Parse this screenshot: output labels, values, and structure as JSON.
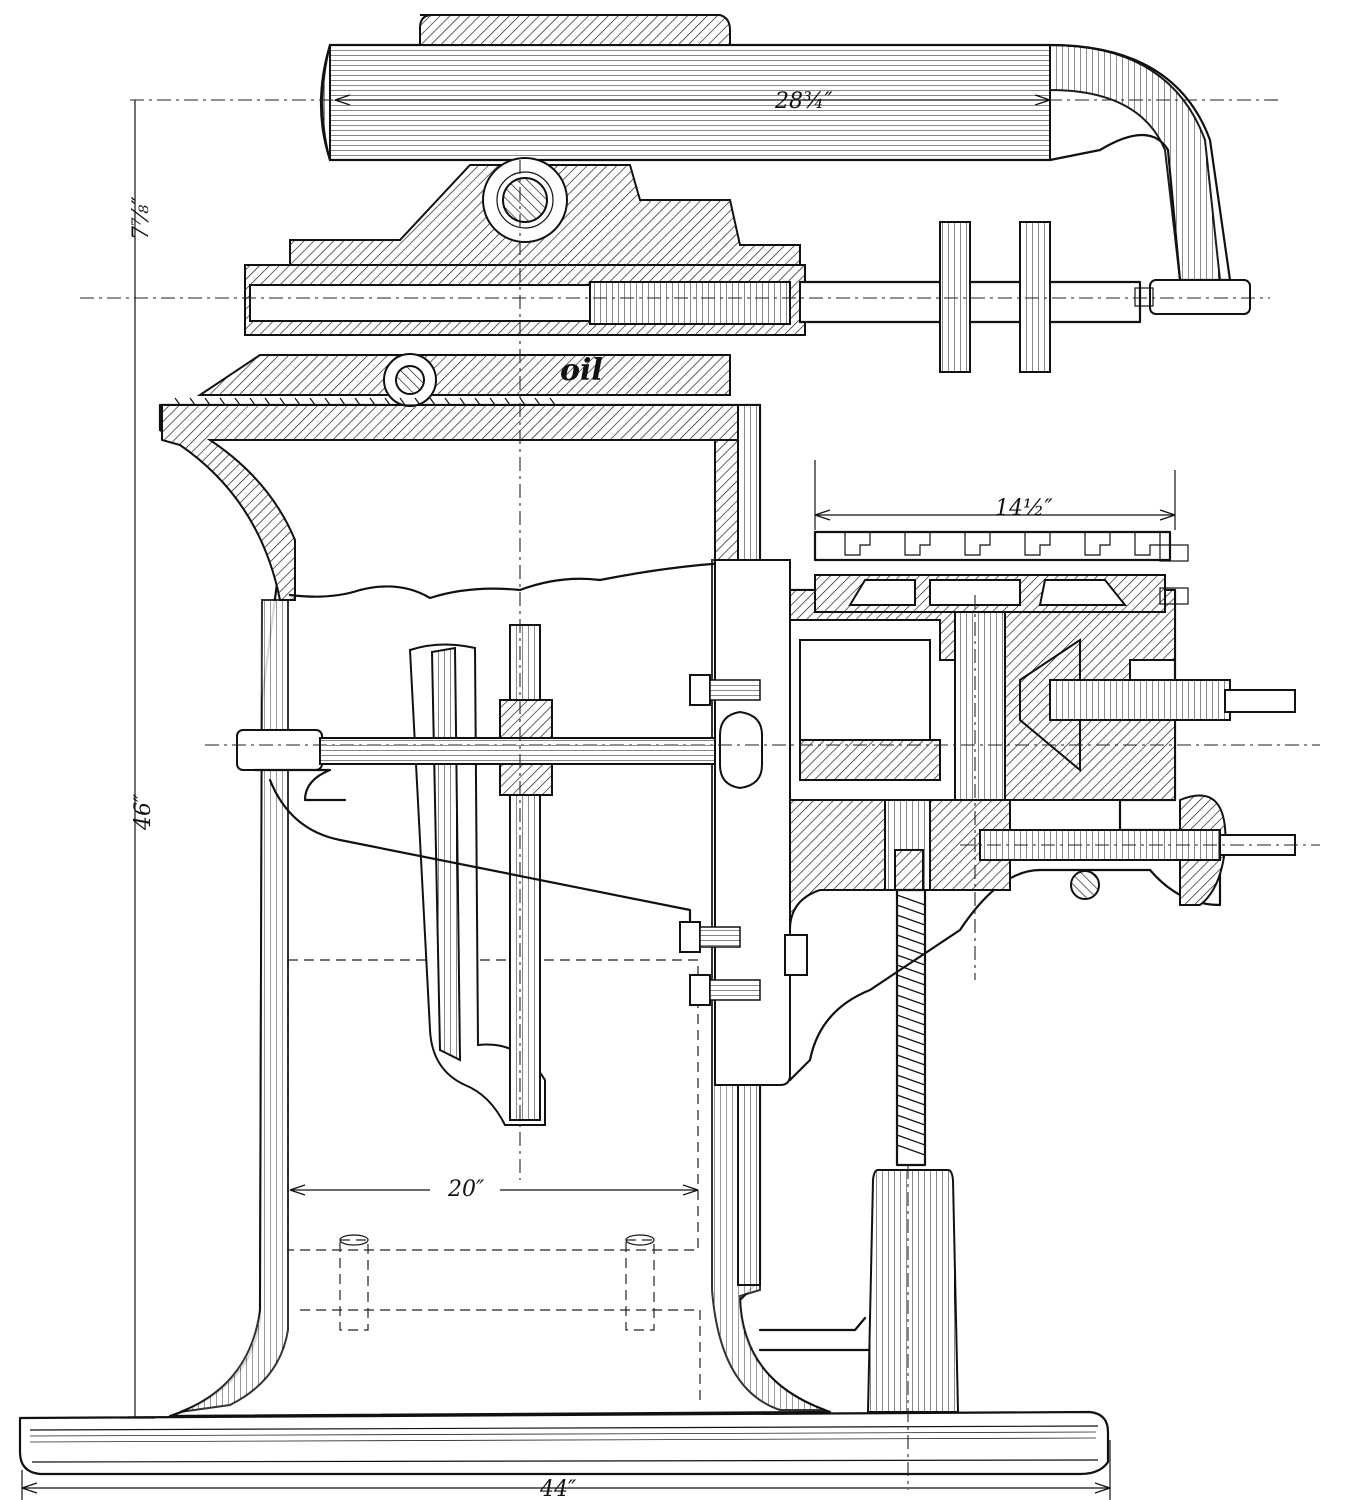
{
  "drawing": {
    "dimensions": {
      "arm_length": "28¾″",
      "arm_height": "7⅞″",
      "overall_height": "46″",
      "table_width": "14½″",
      "column_width": "20″",
      "base_length": "44″"
    },
    "labels": {
      "oil": "oil"
    }
  }
}
